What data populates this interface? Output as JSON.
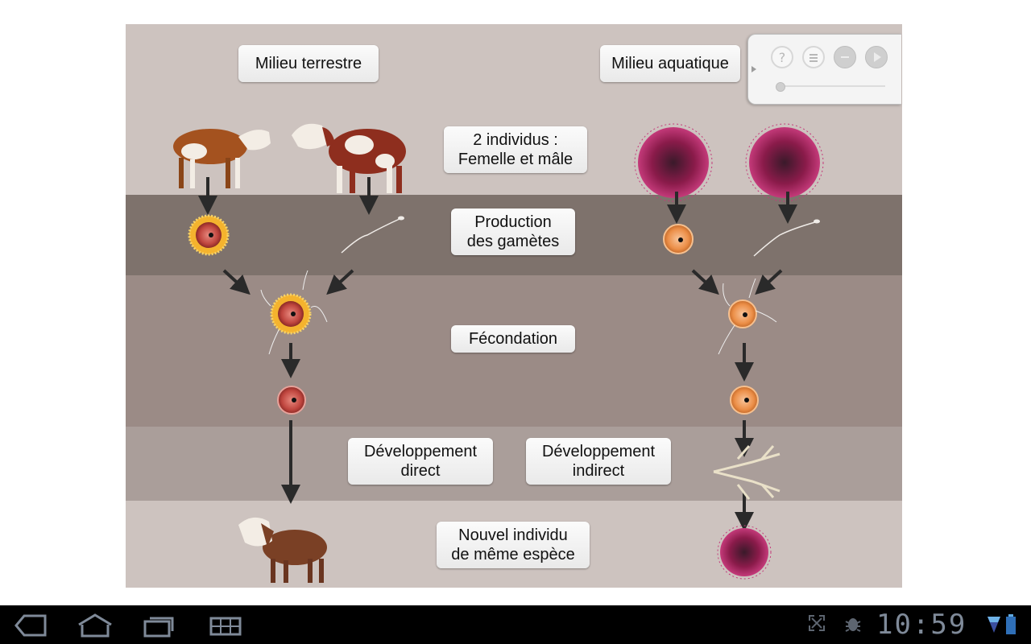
{
  "panels": {
    "terrestrial_title": "Milieu terrestre",
    "aquatic_title": "Milieu aquatique"
  },
  "steps": {
    "individuals": [
      "2 individus :",
      "Femelle et mâle"
    ],
    "gametes": [
      "Production",
      "des gamètes"
    ],
    "fertilization": "Fécondation",
    "direct_dev": [
      "Développement",
      "direct"
    ],
    "indirect_dev": [
      "Développement",
      "indirect"
    ],
    "new_individual": [
      "Nouvel individu",
      "de même espèce"
    ]
  },
  "colors": {
    "band_light": "#cdc3bf",
    "band_dark": "#7e726c",
    "band_mid": "#9b8b86",
    "band_lower": "#aa9e9a",
    "arrow": "#2a2a2a"
  },
  "player": {
    "buttons": [
      "help-icon",
      "menu-icon",
      "back-icon",
      "play-icon"
    ]
  },
  "system_bar": {
    "clock": "10:59",
    "icons": [
      "back-icon",
      "home-icon",
      "recent-apps-icon",
      "app-grid-icon",
      "fullscreen-icon",
      "debug-icon",
      "signal-icon",
      "battery-icon"
    ]
  }
}
